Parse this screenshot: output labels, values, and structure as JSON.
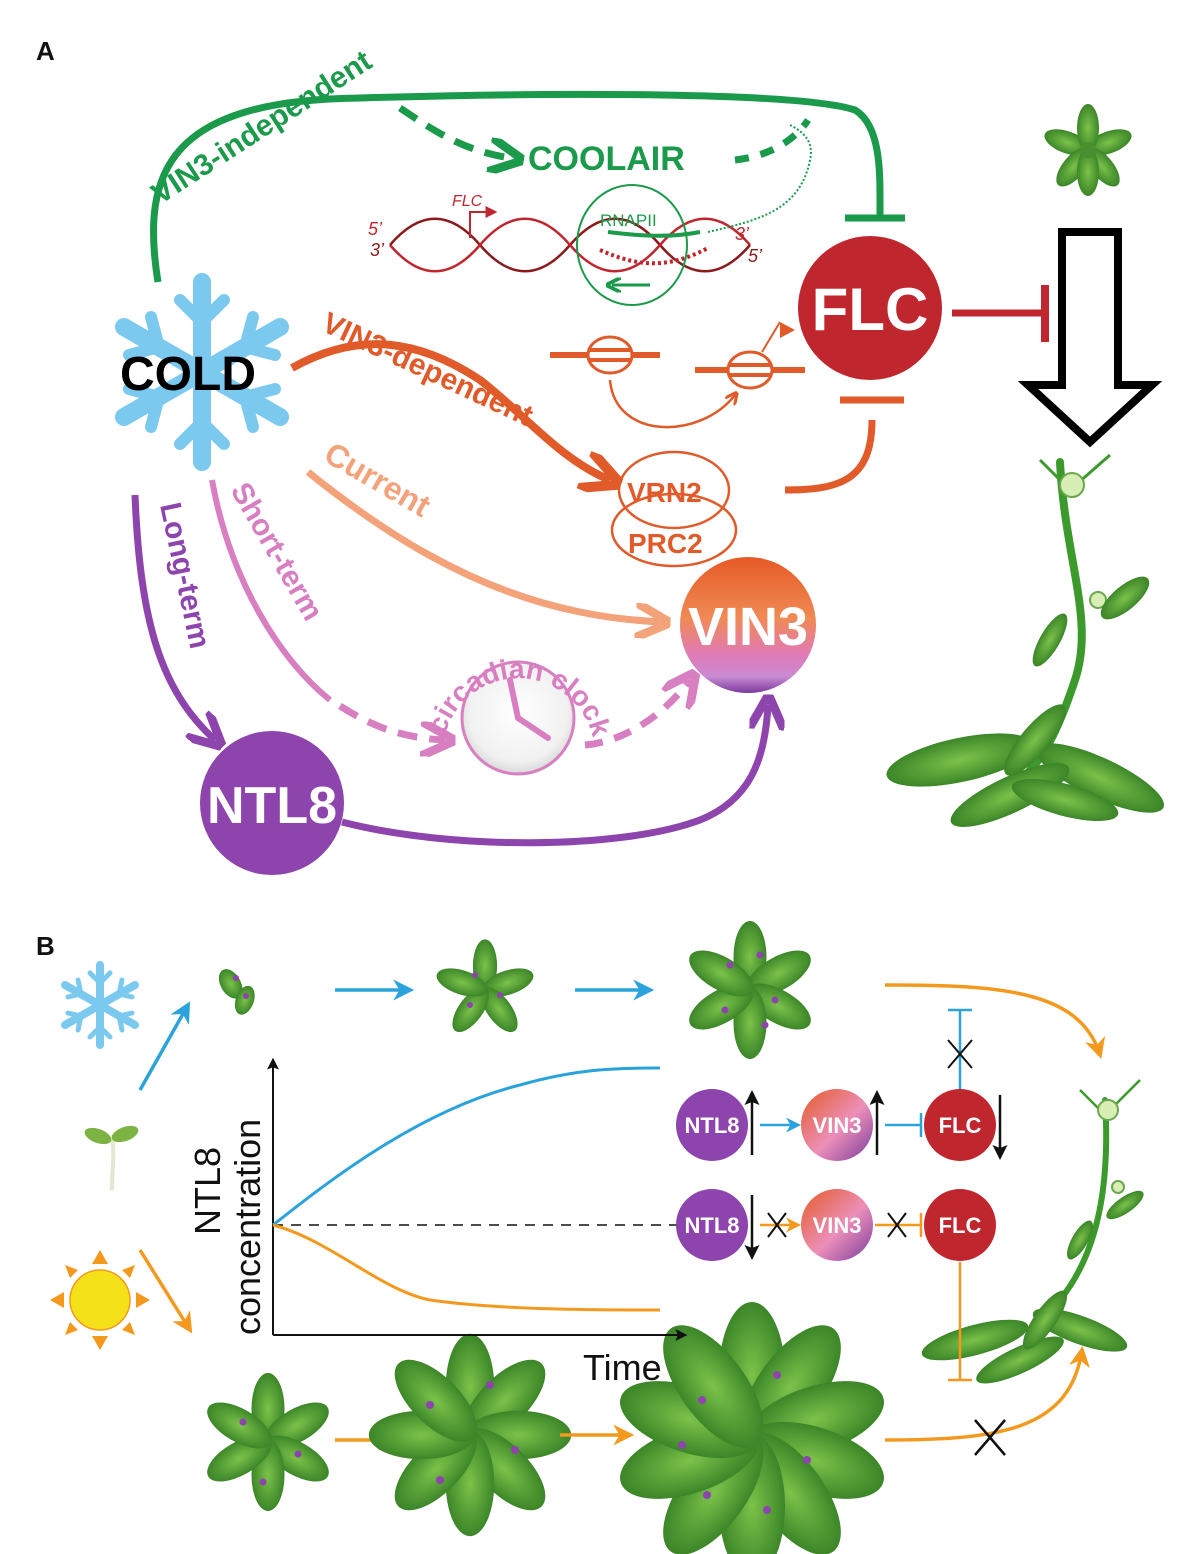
{
  "panels": {
    "a": "A",
    "b": "B"
  },
  "panel_a": {
    "cold": "COLD",
    "vin3_independent": "VIN3-independent",
    "coolair": "COOLAIR",
    "vin3_dependent": "VIN3-dependent",
    "current": "Current",
    "short_term": "Short-term",
    "long_term": "Long-term",
    "circadian_clock": "circadian clock",
    "flc": "FLC",
    "vin3": "VIN3",
    "ntl8": "NTL8",
    "vrn2": "VRN2",
    "prc2": "PRC2",
    "dna": {
      "gene": "FLC",
      "polymerase": "RNAPII",
      "five_prime_left": "5’",
      "three_prime_left": "3’",
      "three_prime_right": "3’",
      "five_prime_right": "5’"
    }
  },
  "panel_b": {
    "y_axis_top": "NTL8",
    "y_axis_bottom": "concentration",
    "x_axis": "Time",
    "ntl8": "NTL8",
    "vin3": "VIN3",
    "flc": "FLC"
  },
  "colors": {
    "green": "#1a9a4a",
    "dark_orange": "#e05a2a",
    "salmon": "#f4a27a",
    "pink": "#d77fc0",
    "purple": "#8e44ad",
    "red": "#c0262d",
    "blue": "#2aa3dc",
    "orange": "#f39a1e",
    "ice": "#7cc9ef"
  }
}
